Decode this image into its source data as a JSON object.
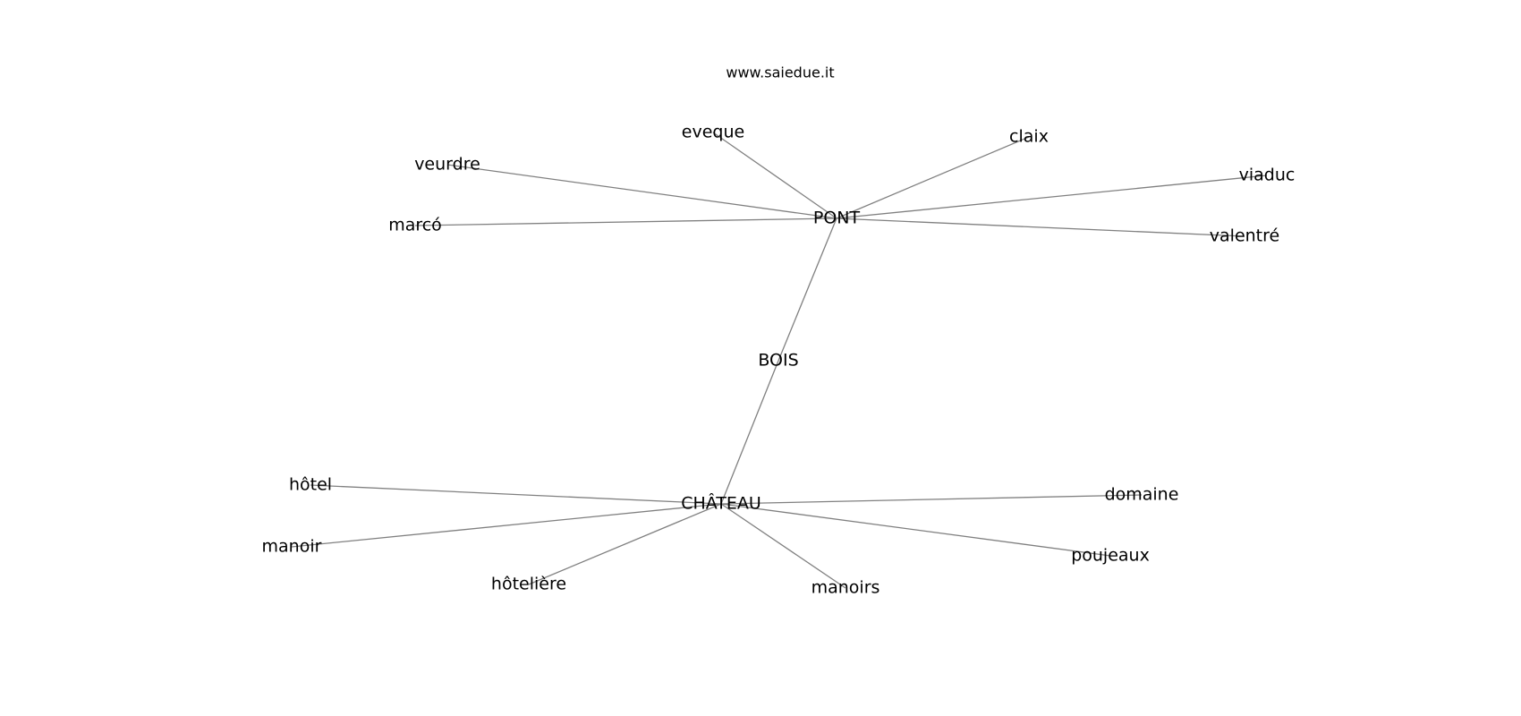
{
  "header": {
    "site": "www.saiedue.it"
  },
  "graph": {
    "nodes": [
      {
        "id": "pont",
        "label": "PONT"
      },
      {
        "id": "bois",
        "label": "BOIS"
      },
      {
        "id": "chateau",
        "label": "CHÂTEAU"
      },
      {
        "id": "eveque",
        "label": "eveque"
      },
      {
        "id": "claix",
        "label": "claix"
      },
      {
        "id": "veurdre",
        "label": "veurdre"
      },
      {
        "id": "viaduc",
        "label": "viaduc"
      },
      {
        "id": "marco",
        "label": "marcó"
      },
      {
        "id": "valentre",
        "label": "valentré"
      },
      {
        "id": "hotel",
        "label": "hôtel"
      },
      {
        "id": "domaine",
        "label": "domaine"
      },
      {
        "id": "manoir",
        "label": "manoir"
      },
      {
        "id": "poujeaux",
        "label": "poujeaux"
      },
      {
        "id": "hoteliere",
        "label": "hôtelière"
      },
      {
        "id": "manoirs",
        "label": "manoirs"
      }
    ],
    "edges": [
      {
        "source": "pont",
        "target": "eveque"
      },
      {
        "source": "pont",
        "target": "claix"
      },
      {
        "source": "pont",
        "target": "veurdre"
      },
      {
        "source": "pont",
        "target": "viaduc"
      },
      {
        "source": "pont",
        "target": "marco"
      },
      {
        "source": "pont",
        "target": "valentre"
      },
      {
        "source": "pont",
        "target": "bois"
      },
      {
        "source": "bois",
        "target": "chateau"
      },
      {
        "source": "chateau",
        "target": "hotel"
      },
      {
        "source": "chateau",
        "target": "domaine"
      },
      {
        "source": "chateau",
        "target": "manoir"
      },
      {
        "source": "chateau",
        "target": "poujeaux"
      },
      {
        "source": "chateau",
        "target": "hoteliere"
      },
      {
        "source": "chateau",
        "target": "manoirs"
      }
    ]
  }
}
